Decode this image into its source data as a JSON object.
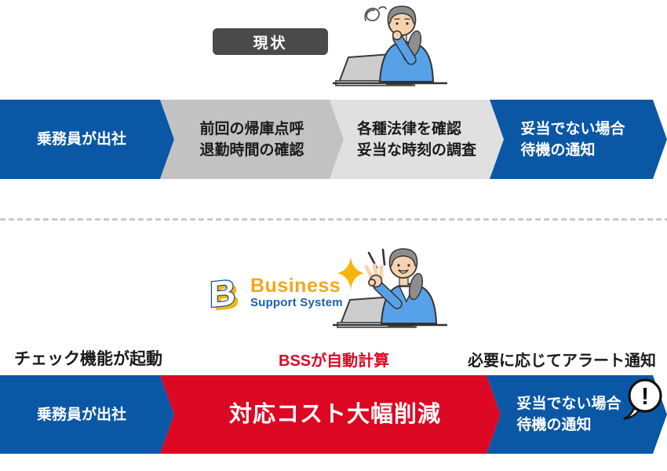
{
  "top": {
    "badge": "現状",
    "flow": [
      {
        "line1": "乗務員が出社"
      },
      {
        "line1": "前回の帰庫点呼",
        "line2": "退勤時間の確認"
      },
      {
        "line1": "各種法律を確認",
        "line2": "妥当な時刻の調査"
      },
      {
        "line1": "妥当でない場合",
        "line2": "待機の通知"
      }
    ]
  },
  "bottom": {
    "logo": {
      "monogram": "B",
      "name": "Business",
      "subname": "Support System"
    },
    "labels": {
      "left": "チェック機能が起動",
      "center": "BSSが自動計算",
      "right": "必要に応じてアラート通知"
    },
    "flow": [
      {
        "line1": "乗務員が出社"
      },
      {
        "line1": "対応コスト大幅削減"
      },
      {
        "line1": "妥当でない場合",
        "line2": "待機の通知"
      }
    ],
    "alert_icon_glyph": "!"
  },
  "colors": {
    "flow_blue": "#0a57a5",
    "flow_gray": "#c2c2c2",
    "flow_light_gray": "#e0e0e0",
    "flow_red": "#dc0723",
    "badge_bg": "#4a4a4a",
    "label_red": "#dc0723",
    "logo_gold": "#f2a71b",
    "logo_blue": "#1a5fa8"
  },
  "illustrations": {
    "top": "worker-confused-at-laptop",
    "bottom": "worker-ok-sign-at-laptop"
  }
}
